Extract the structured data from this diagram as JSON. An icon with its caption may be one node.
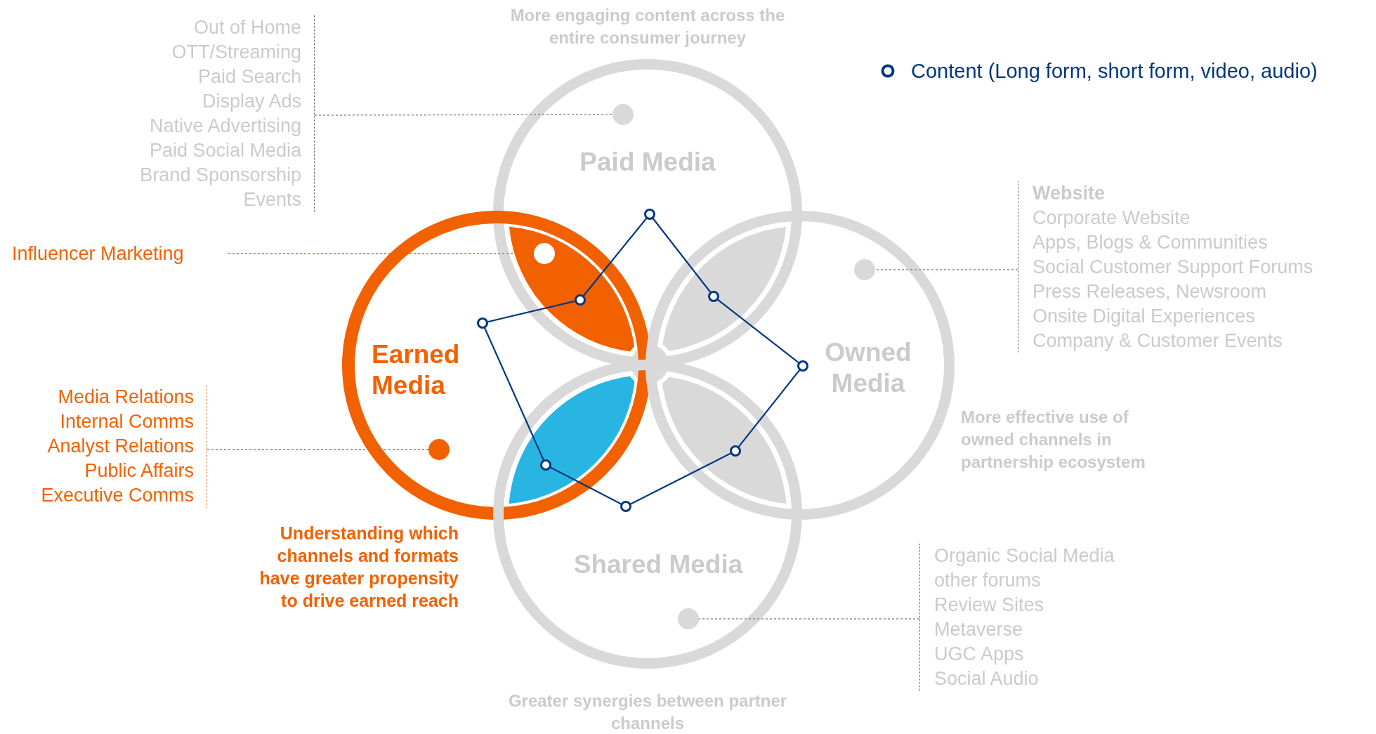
{
  "diagram": {
    "nodes": [
      {
        "text": [
          "Paid Media"
        ],
        "beside": [
          "More engaging  content across the entire consumer journey"
        ]
      },
      {
        "text": [
          "Earned Media"
        ],
        "beside": [
          "Understanding which channels and formats have greater propensity to drive earned reach"
        ]
      },
      {
        "text": [
          "Owned Media"
        ],
        "beside": [
          "More effective use of owned channels in partnership ecosystem"
        ]
      },
      {
        "text": [
          "Shared Media"
        ],
        "beside": [
          "Greater synergies between partner channels"
        ]
      },
      {
        "text": [
          "Out of Home",
          "OTT/Streaming",
          "Paid Search",
          "Display Ads",
          "Native Advertising",
          "Paid Social Media",
          "Brand Sponsorship",
          "Events"
        ]
      },
      {
        "text": [],
        "shape": "circle",
        "in": 0
      },
      {
        "text": [
          "Influencer Marketing"
        ]
      },
      {
        "text": [],
        "shape": "circle"
      },
      {
        "text": [
          "Website",
          "Corporate Website",
          "Apps, Blogs & Communities",
          "Social Customer Support Forums",
          "Press Releases, Newsroom",
          "Onsite Digital Experiences",
          "Company & Customer Events"
        ]
      },
      {
        "text": [],
        "shape": "circle",
        "in": 2
      },
      {
        "text": [
          "Media Relations",
          "Internal Comms",
          "Analyst Relations",
          "Public Affairs",
          "Executive Comms"
        ]
      },
      {
        "text": [],
        "shape": "circle",
        "in": 1
      },
      {
        "text": [
          "Organic Social Media",
          "other forums",
          "Review Sites",
          "Metaverse",
          "UGC Apps",
          "Social Audio"
        ]
      },
      {
        "text": [],
        "shape": "circle",
        "in": 3
      }
    ],
    "edges": [
      {
        "from": 4,
        "to": 5,
        "arrow": "none",
        "style": "dashed"
      },
      {
        "from": 6,
        "to": 7,
        "arrow": "none",
        "style": "dashed",
        "color": "#f26100"
      },
      {
        "from": 8,
        "to": 9,
        "arrow": "none",
        "style": "dashed"
      },
      {
        "from": 10,
        "to": 11,
        "arrow": "none",
        "style": "dashed",
        "color": "#f26100"
      },
      {
        "from": 12,
        "to": 13,
        "arrow": "none",
        "style": "dashed"
      }
    ],
    "legend": [
      {
        "text": "Content (Long form, short form, video, audio)"
      }
    ]
  }
}
